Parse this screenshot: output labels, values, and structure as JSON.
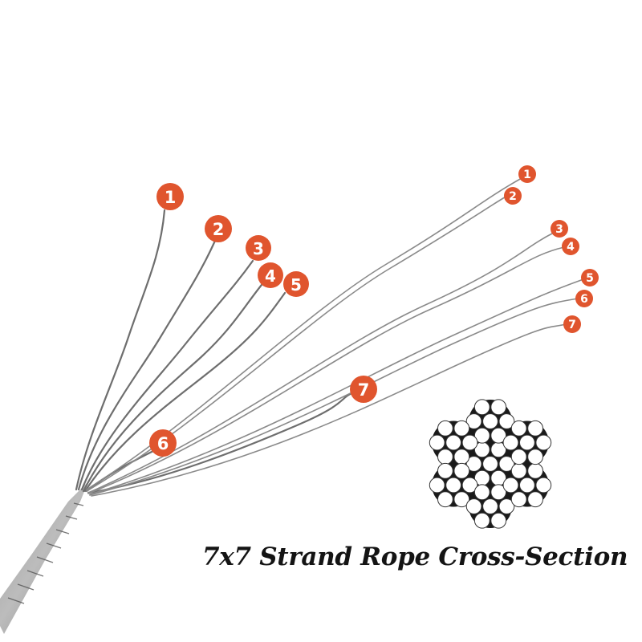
{
  "caption": "7x7 Strand Rope Cross-Section",
  "badge_color": "#e0552e",
  "wire_color": "#6e6e6e",
  "left_labels": [
    "1",
    "2",
    "3",
    "4",
    "5",
    "6",
    "7"
  ],
  "right_labels": [
    "1",
    "2",
    "3",
    "4",
    "5",
    "6",
    "7"
  ]
}
